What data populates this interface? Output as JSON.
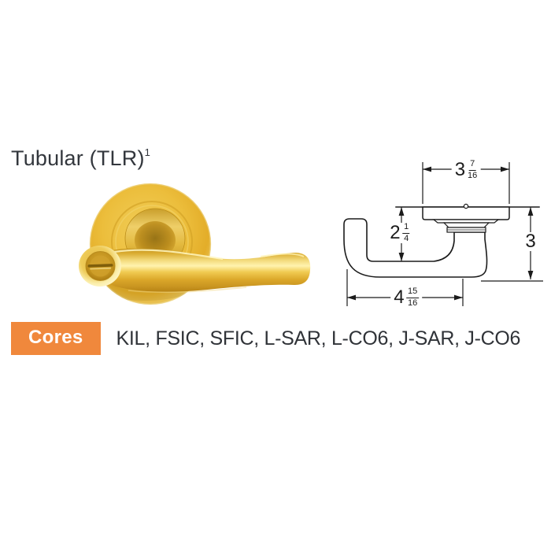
{
  "title": {
    "text": "Tubular (TLR)",
    "superscript": "1"
  },
  "photo": {
    "label": "Bright brass tubular lever with round rose",
    "colors": {
      "gold_base": "#edbe3a",
      "gold_highlight": "#fff3ae",
      "gold_shadow": "#c08a18"
    }
  },
  "drawing": {
    "line_color": "#1b1b1b",
    "dimensions": {
      "top_width": {
        "whole": "3",
        "numerator": "7",
        "denominator": "16"
      },
      "projection": {
        "whole": "2",
        "numerator": "1",
        "denominator": "4"
      },
      "height": {
        "whole": "3"
      },
      "length": {
        "whole": "4",
        "numerator": "15",
        "denominator": "16"
      }
    }
  },
  "cores": {
    "label": "Cores",
    "values": "KIL, FSIC, SFIC, L-SAR, L-CO6, J-SAR, J-CO6",
    "badge_color": "#f0883c"
  }
}
